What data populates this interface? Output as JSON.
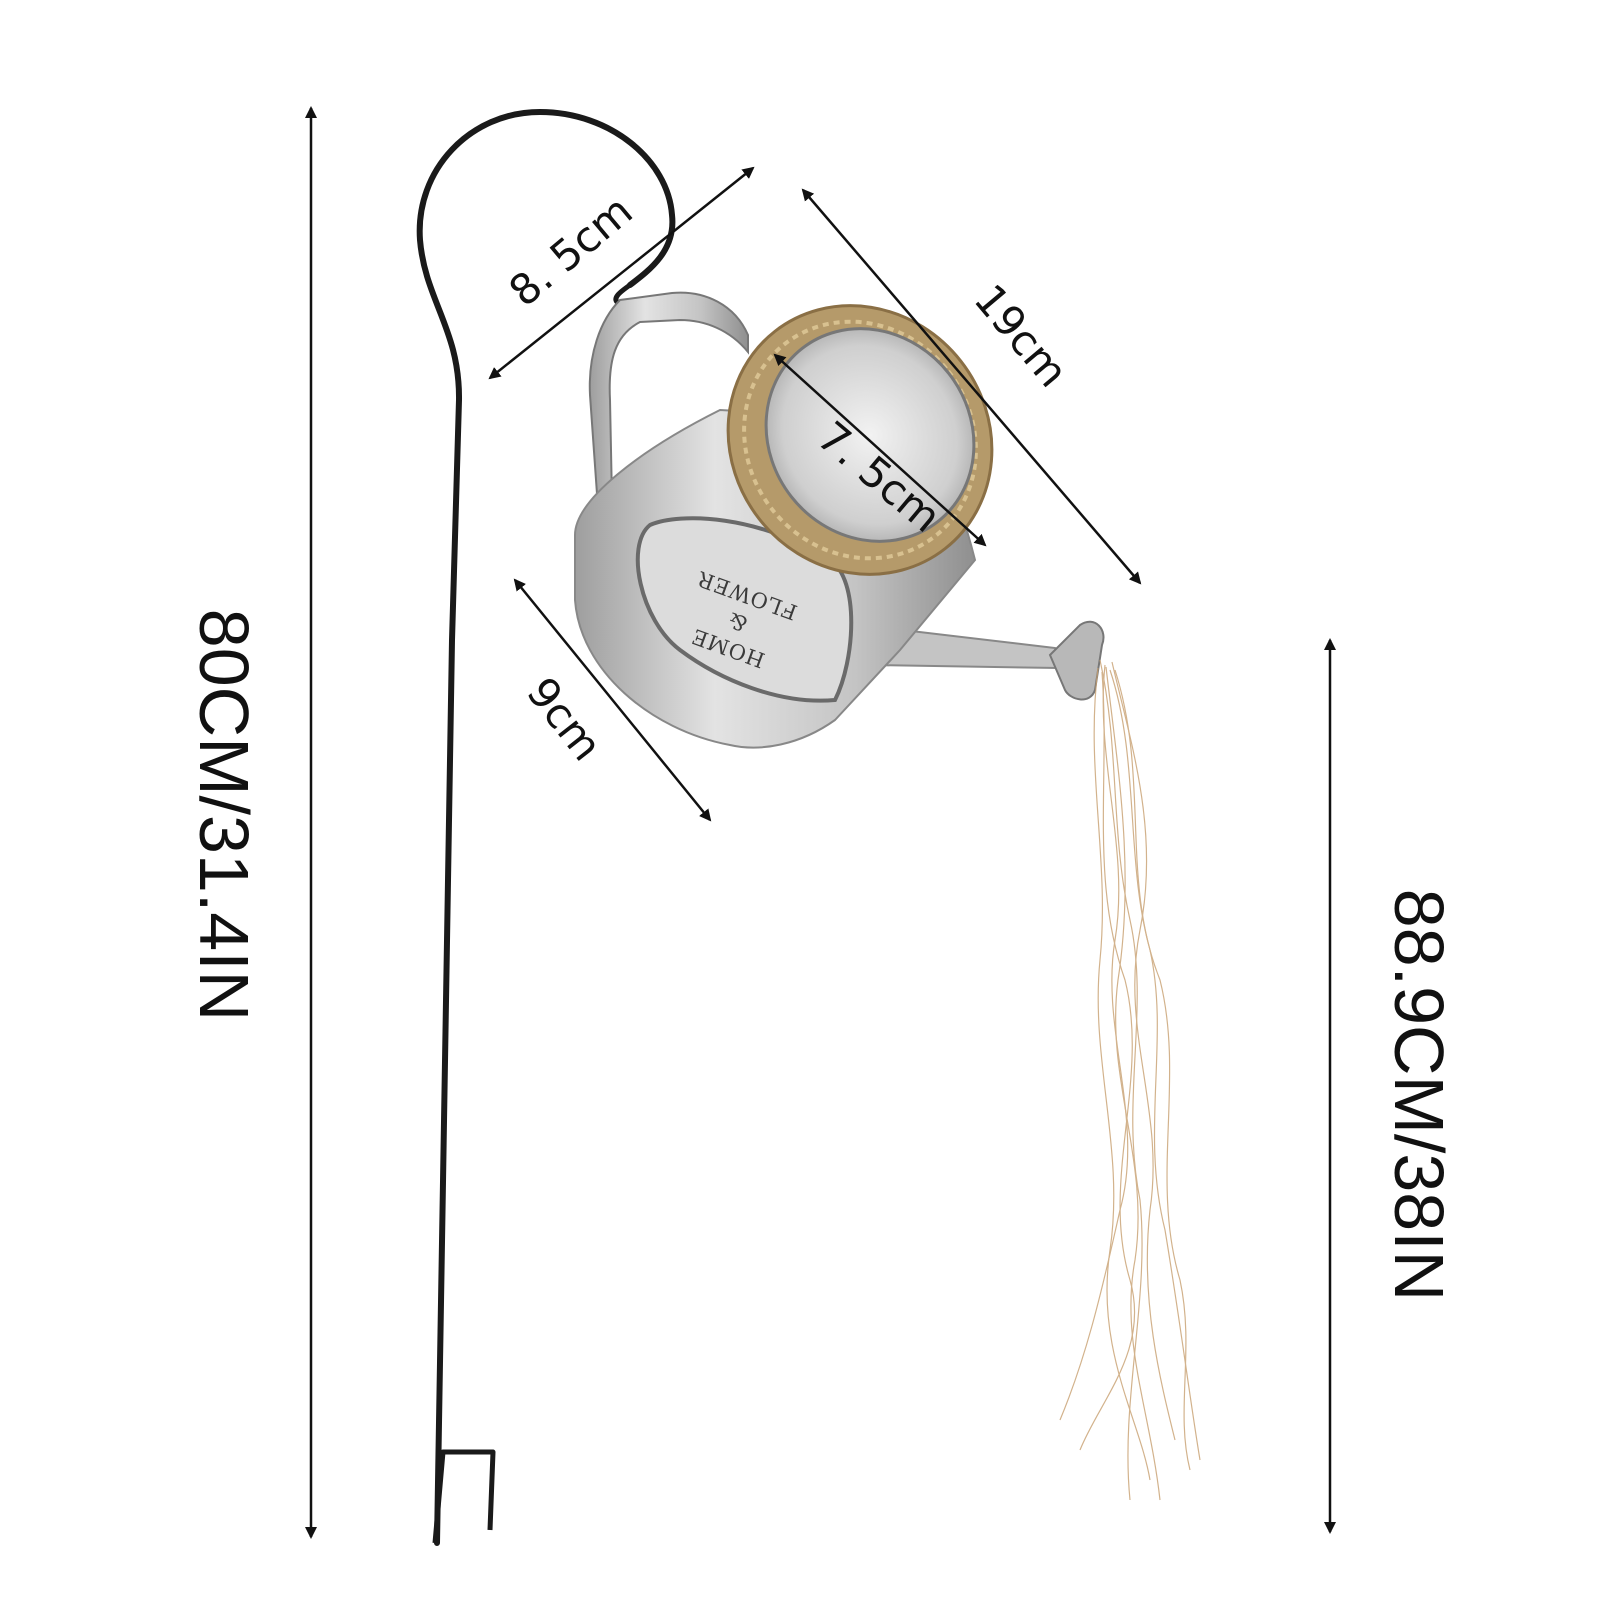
{
  "product": {
    "badge_line1": "HOME",
    "badge_line2": "&",
    "badge_line3": "FLOWER"
  },
  "dimensions": {
    "handle_width": "8. 5cm",
    "can_length": "19cm",
    "opening_diameter": "7. 5cm",
    "can_height": "9cm",
    "stake_height": "80CM/31.4IN",
    "lights_length": "88.9CM/38IN"
  },
  "colors": {
    "stake": "#1a1a1a",
    "arrow": "#111111",
    "metal": "#c9c9c9",
    "rope": "#b59a6a",
    "light_strand": "#c8a070"
  }
}
